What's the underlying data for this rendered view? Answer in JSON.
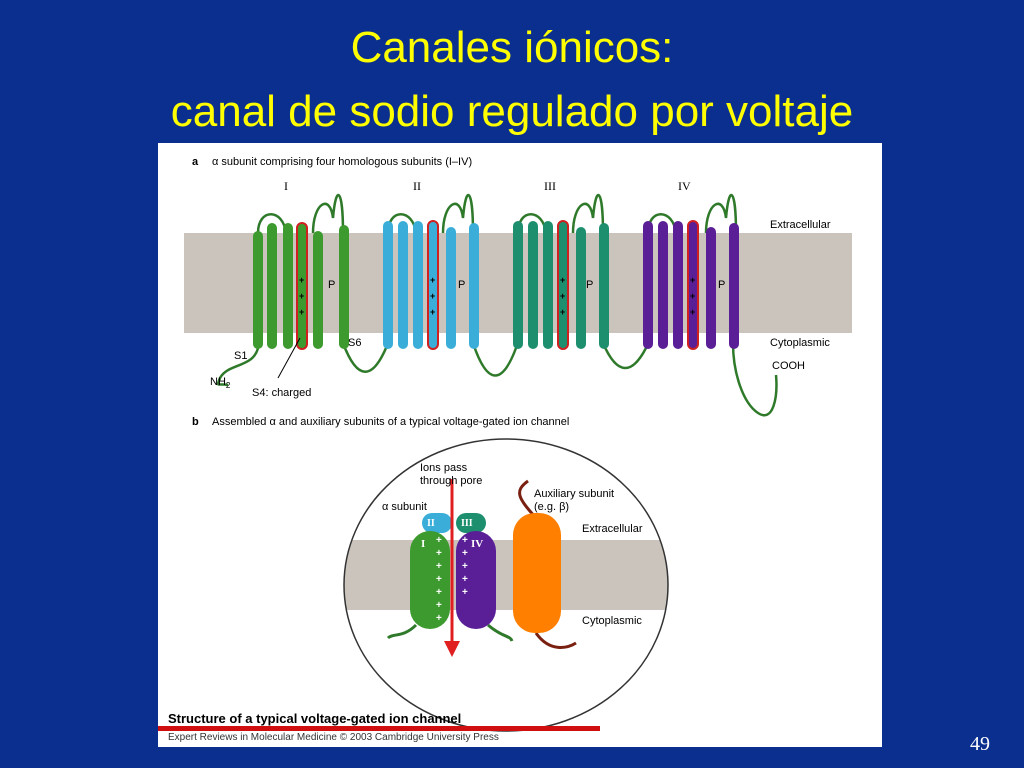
{
  "slide": {
    "title_line1": "Canales iónicos:",
    "title_line2": "canal de sodio regulado por voltaje",
    "page_number": "49"
  },
  "figure": {
    "panel_a": {
      "letter": "a",
      "caption": "α subunit comprising four homologous subunits (I–IV)",
      "domains": [
        "I",
        "II",
        "III",
        "IV"
      ],
      "domain_colors": [
        "#3c9a2e",
        "#3aaed8",
        "#1e8f6e",
        "#5a1e96"
      ],
      "pore_label": "P",
      "extracellular": "Extracellular",
      "cytoplasmic": "Cytoplasmic",
      "s1": "S1",
      "s6": "S6",
      "nh2": "NH",
      "nh2_sub": "2",
      "s4": "S4: charged",
      "cooh": "COOH"
    },
    "panel_b": {
      "letter": "b",
      "caption": "Assembled α and auxiliary subunits of a typical voltage-gated ion channel",
      "ions_line1": "Ions pass",
      "ions_line2": "through pore",
      "alpha_subunit": "α subunit",
      "aux_line1": "Auxiliary subunit",
      "aux_line2": "(e.g. β)",
      "extracellular": "Extracellular",
      "cytoplasmic": "Cytoplasmic",
      "labels": [
        "I",
        "II",
        "III",
        "IV"
      ]
    },
    "footer_title": "Structure of a typical voltage-gated ion channel",
    "footer_credit": "Expert Reviews in Molecular Medicine © 2003 Cambridge University Press"
  }
}
